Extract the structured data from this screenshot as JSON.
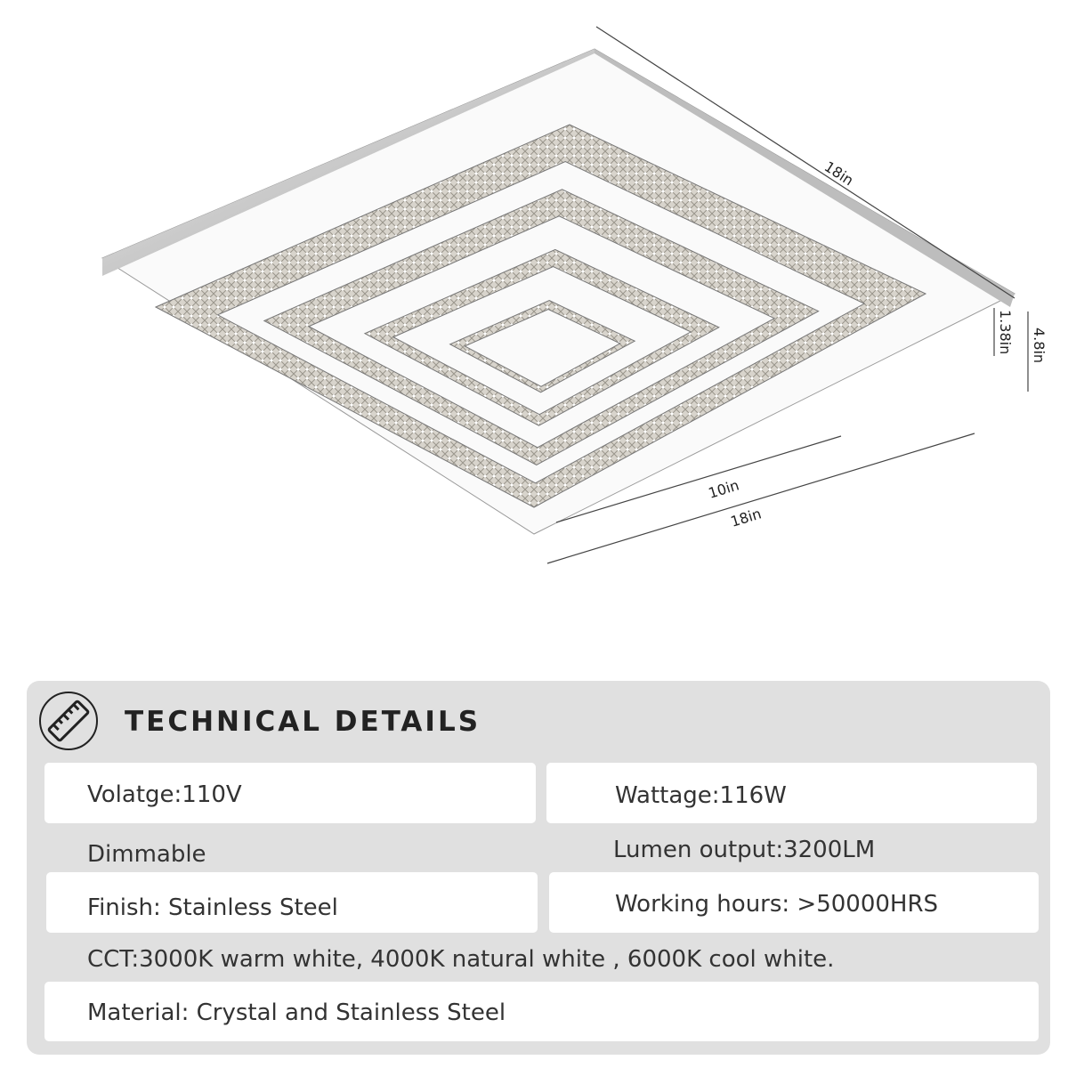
{
  "dimensions": {
    "top_width": "18in",
    "height_total": "4.8in",
    "height_tier": "1.38in",
    "inner_width": "10in",
    "bottom_width": "18in"
  },
  "details": {
    "title": "TECHNICAL DETAILS",
    "icon": "ruler-icon",
    "voltage": "Volatge:110V",
    "wattage": "Wattage:116W",
    "dimmable": "Dimmable",
    "lumen": "Lumen output:3200LM",
    "finish": "Finish: Stainless Steel",
    "hours": "Working hours: >50000HRS",
    "cct": "CCT:3000K warm white, 4000K natural white , 6000K cool white.",
    "material": "Material: Crystal and Stainless Steel"
  },
  "colors": {
    "panel": "#e0e0e0",
    "box": "#ffffff",
    "text": "#333333"
  }
}
